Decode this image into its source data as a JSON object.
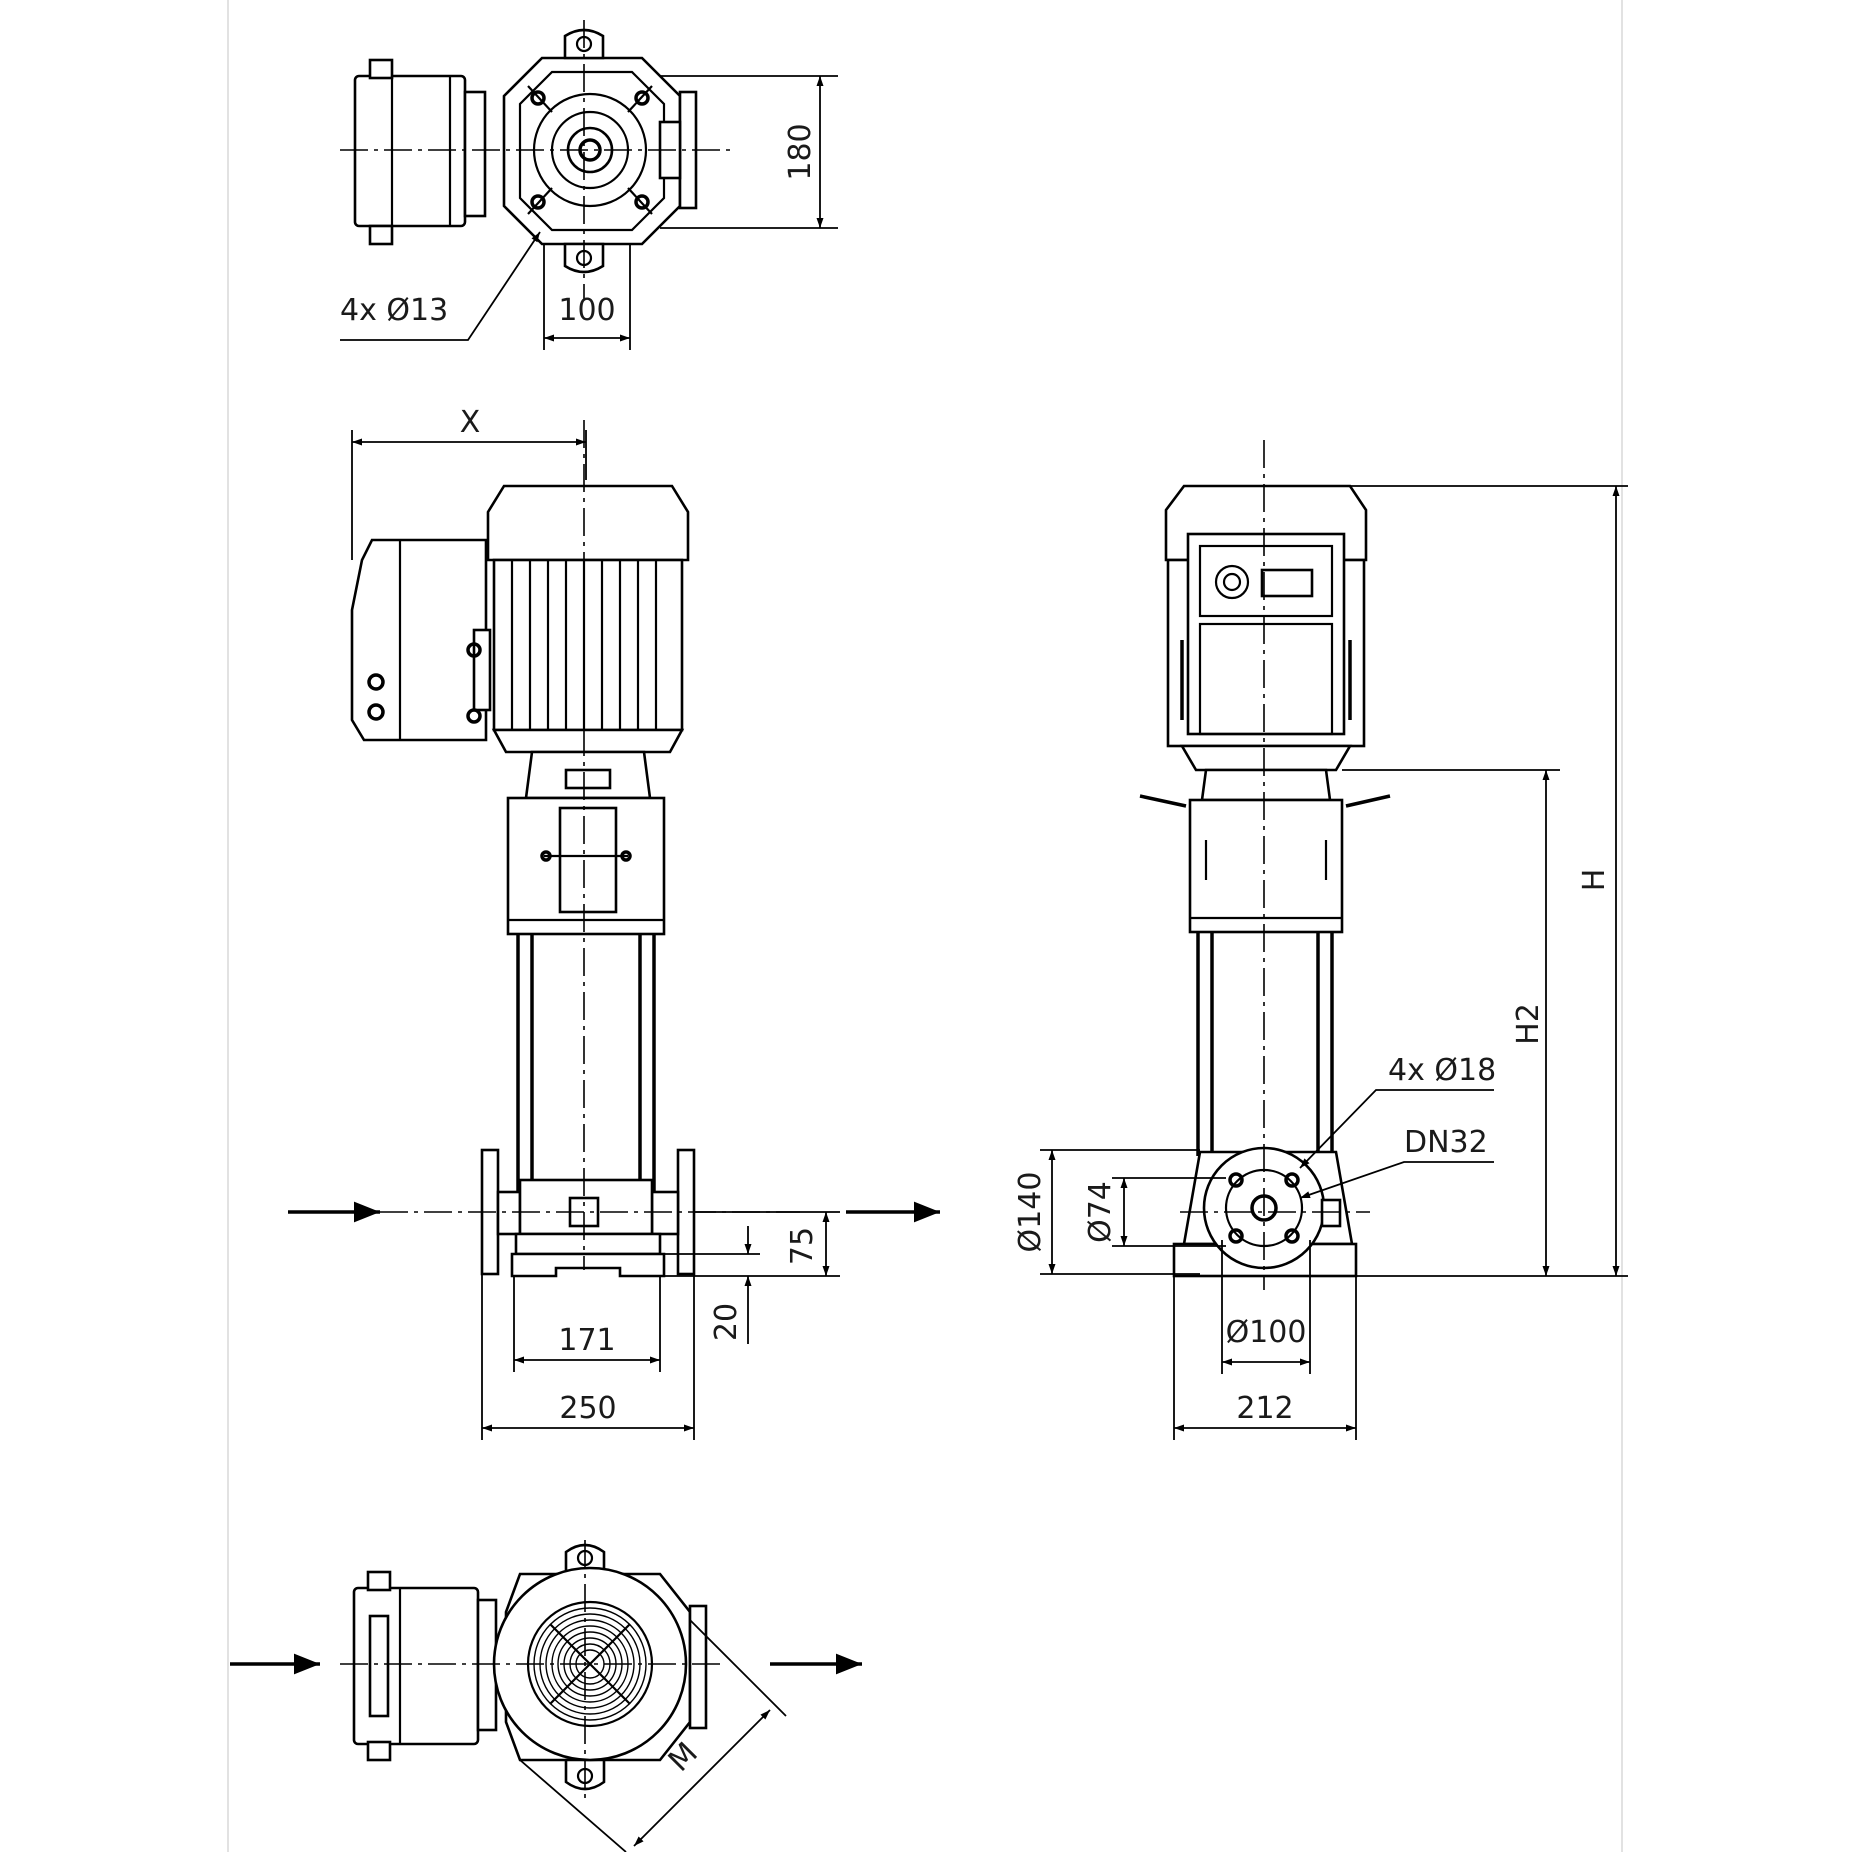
{
  "labels": {
    "top_holes": "4x Ø13",
    "top_width": "100",
    "top_height": "180",
    "motor_x": "X",
    "base_171": "171",
    "base_250": "250",
    "base_20": "20",
    "base_75": "75",
    "side_h": "H",
    "side_h2": "H2",
    "side_holes": "4x Ø18",
    "side_dn": "DN32",
    "side_d140": "Ø140",
    "side_d74": "Ø74",
    "side_d100": "Ø100",
    "side_212": "212",
    "bottom_m": "M"
  },
  "colors": {
    "line": "#000000",
    "text": "#1a1a1a",
    "background": "#ffffff"
  }
}
